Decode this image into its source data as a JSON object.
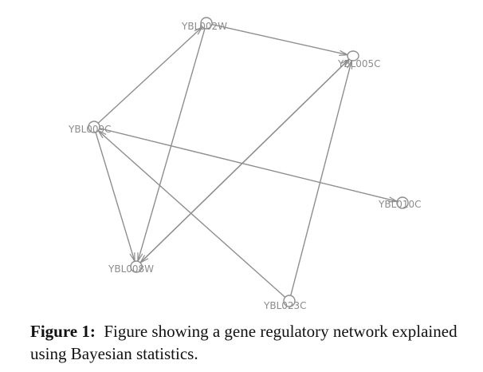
{
  "diagram": {
    "type": "directed-network",
    "nodes": [
      {
        "id": "YBL002W",
        "label": "YBL002W"
      },
      {
        "id": "YBL005C",
        "label": "YBL005C"
      },
      {
        "id": "YBL009C",
        "label": "YBL009C"
      },
      {
        "id": "YBL010C",
        "label": "YBL010C"
      },
      {
        "id": "YBL008W",
        "label": "YBL008W"
      },
      {
        "id": "YBL023C",
        "label": "YBL023C"
      }
    ],
    "edges": [
      {
        "from": "YBL002W",
        "to": "YBL005C"
      },
      {
        "from": "YBL009C",
        "to": "YBL002W"
      },
      {
        "from": "YBL002W",
        "to": "YBL008W"
      },
      {
        "from": "YBL009C",
        "to": "YBL008W"
      },
      {
        "from": "YBL009C",
        "to": "YBL010C"
      },
      {
        "from": "YBL023C",
        "to": "YBL009C"
      },
      {
        "from": "YBL008W",
        "to": "YBL005C"
      },
      {
        "from": "YBL005C",
        "to": "YBL008W"
      },
      {
        "from": "YBL023C",
        "to": "YBL005C"
      }
    ]
  },
  "caption": {
    "label": "Figure 1:",
    "text": "Figure showing a gene regulatory network explained using Bayesian statistics."
  }
}
